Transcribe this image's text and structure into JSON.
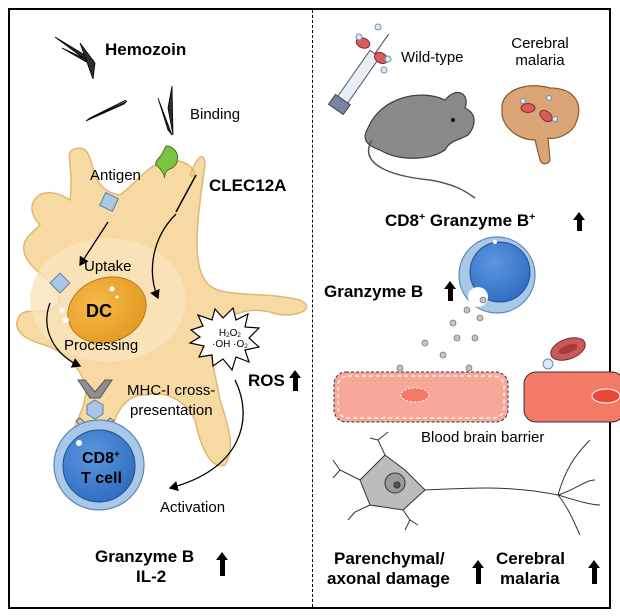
{
  "left_panel": {
    "hemozoin": "Hemozoin",
    "binding": "Binding",
    "antigen": "Antigen",
    "clec12a": "CLEC12A",
    "uptake": "Uptake",
    "dc": "DC",
    "processing": "Processing",
    "ros_formula_top": "H",
    "ros_formula_h2o2_h": "H",
    "ros_formula_h2o2_o": "O",
    "ros_sub2": "2",
    "ros_oh": "·OH ·O",
    "ros": "ROS",
    "mhc_line1": "MHC-I cross-",
    "mhc_line2": "presentation",
    "cd8_main": "CD8",
    "cd8_sup": "+",
    "tcell": "T cell",
    "activation": "Activation",
    "granzyme": "Granzyme B",
    "il2": "IL-2"
  },
  "right_panel": {
    "wildtype": "Wild-type",
    "cerebral_malaria_1": "Cerebral",
    "cerebral_malaria_2": "malaria",
    "cd8_granzyme_cd8": "CD8",
    "cd8_granzyme_plus": "+",
    "cd8_granzyme_gb": " Granzyme B",
    "granzyme_b": "Granzyme B",
    "bbb": "Blood brain barrier",
    "parenchymal_1": "Parenchymal/",
    "parenchymal_2": "axonal damage",
    "outcome_1": "Cerebral",
    "outcome_2": "malaria"
  },
  "colors": {
    "dc_body": "#f7d9a3",
    "dc_nucleus": "#f0a830",
    "tcell_outer": "#a8c8e8",
    "tcell_inner": "#3f7fd0",
    "clec_green": "#7cc242",
    "antigen_blue": "#a9c7e2",
    "rbc_red": "#d95b5b",
    "endothelial_damaged": "#f8a89a",
    "endothelial_normal": "#f47a68",
    "mouse_gray": "#8a8a8a",
    "brain_tan": "#d9a577",
    "neuron_gray": "#bcbcbc"
  }
}
